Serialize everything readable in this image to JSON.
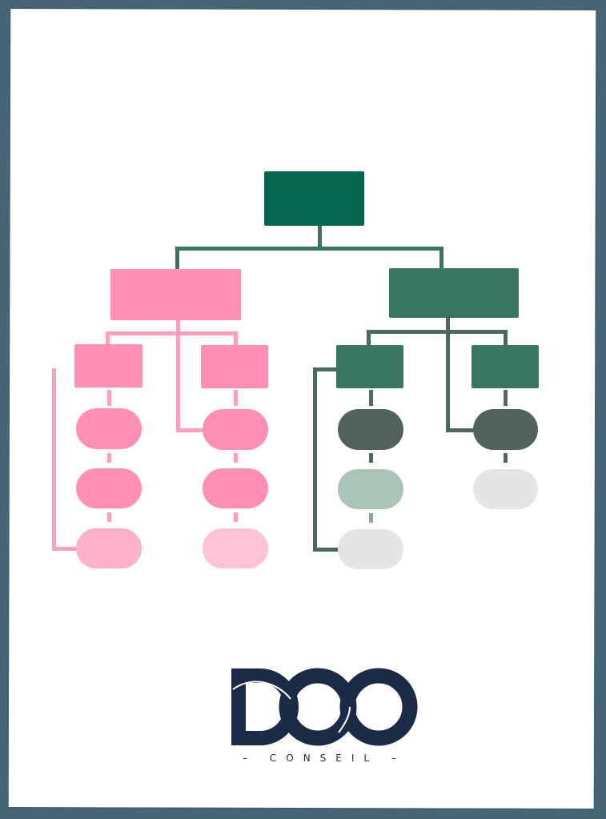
{
  "colors": {
    "frame": "#466577",
    "page": "#ffffff",
    "root": "#04664e",
    "green_mid": "#3a7561",
    "green_line": "#4a6a5e",
    "slate": "#4f635c",
    "pale_green": "#aac4b8",
    "light_grey": "#e4e6e4",
    "pink": "#ff8fb6",
    "pink_light": "#ffb0c9",
    "pink_lighter": "#ffc2d6",
    "pink_line": "#ff9fc0",
    "logo": "#1b2a47"
  },
  "diagram": {
    "type": "org-chart",
    "root": {
      "label": ""
    },
    "branches": [
      {
        "name": "pink-branch",
        "children": 2,
        "leaves": [
          3,
          3
        ]
      },
      {
        "name": "green-branch",
        "children": 2,
        "leaves": [
          3,
          2
        ]
      }
    ]
  },
  "logo": {
    "wordmark": "DOO",
    "tagline": "– CONSEIL –"
  }
}
